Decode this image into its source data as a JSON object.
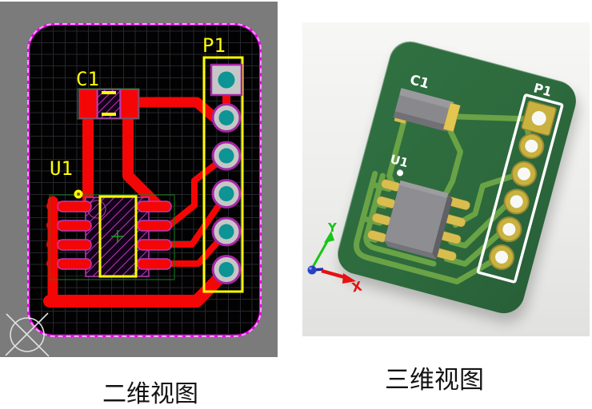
{
  "view_2d": {
    "caption": "二维视图",
    "labels": {
      "c1": "C1",
      "u1": "U1",
      "p1": "P1"
    },
    "connector_pad_count": 6,
    "ic_pad_count": 8,
    "colors": {
      "panel_background": "#7b7b7b",
      "board_background": "#020202",
      "board_outline": "#e800e8",
      "copper_trace": "#f40606",
      "silkscreen": "#ffff00",
      "pad_ring": "#a626a6",
      "pad_body": "#c6c6c6",
      "pad_hole": "#0d9494",
      "courtyard": "#15801a",
      "hatch": "#b83ab8"
    }
  },
  "view_3d": {
    "caption": "三维视图",
    "labels": {
      "c1": "C1",
      "u1": "U1",
      "p1": "P1"
    },
    "axis": {
      "x": "X",
      "y": "Y"
    },
    "colors": {
      "background_top": "#f7f7f5",
      "background_bottom": "#e1e1df",
      "board_green": "#2d6a3d",
      "trace_green": "#6aa345",
      "pad_gold": "#c9b23f",
      "component_gray": "#8d8d92",
      "silkscreen": "#ffffff",
      "axis_x_color": "#e51212",
      "axis_y_color": "#17c517",
      "axis_z_color": "#2840c8"
    }
  }
}
